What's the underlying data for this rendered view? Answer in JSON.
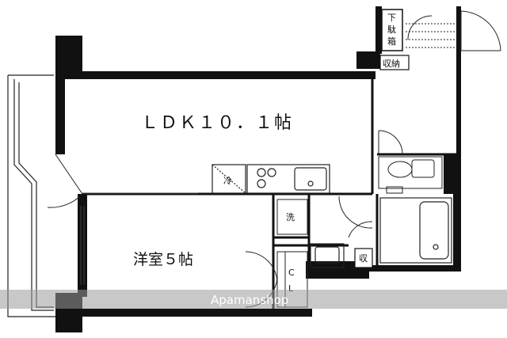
{
  "rooms": {
    "ldk": "ＬＤＫ１０．１帖",
    "western_room": "洋室５帖"
  },
  "labels": {
    "geta_bako": "下\n駄\n箱",
    "shuno": "収納",
    "rei": "冷",
    "sen": "洗",
    "shu": "収",
    "closet": "C\nL"
  },
  "watermark": "Apamanshop"
}
